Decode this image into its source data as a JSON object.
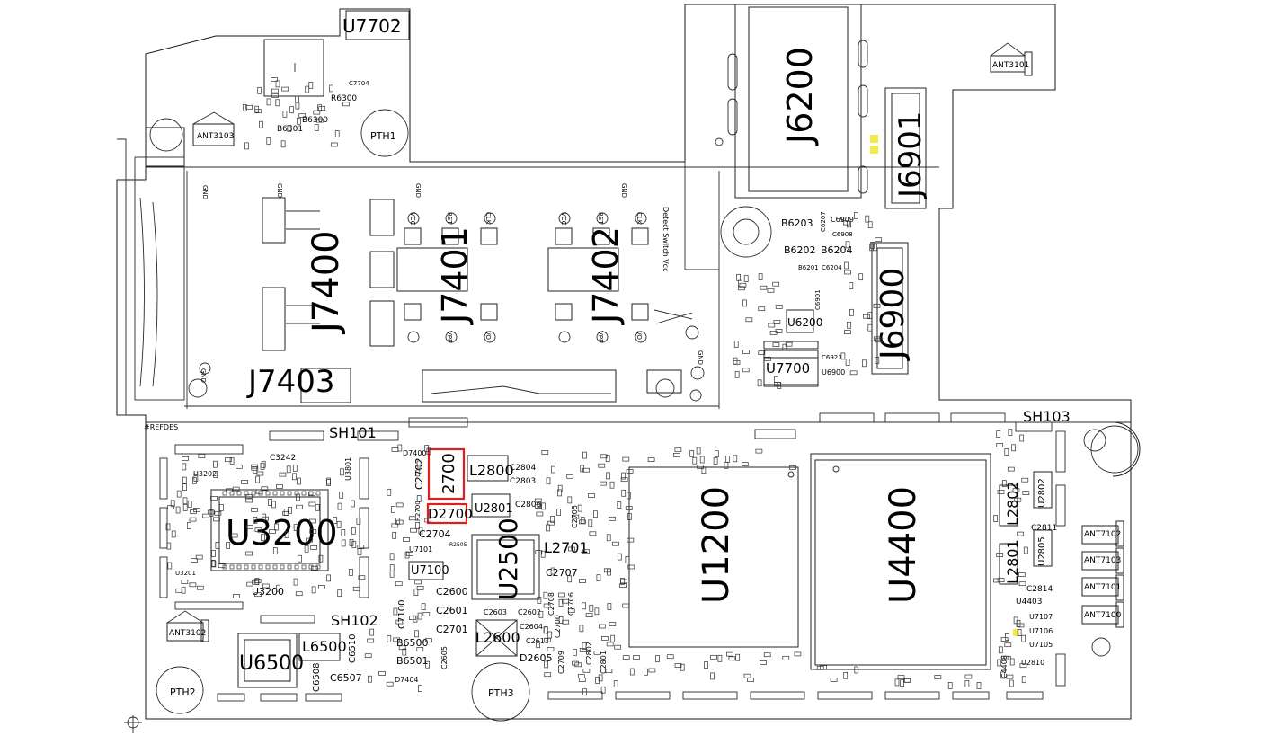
{
  "major_labels": [
    {
      "text": "U7702"
    },
    {
      "text": "J6200"
    },
    {
      "text": "J6901"
    },
    {
      "text": "J7400"
    },
    {
      "text": "J7401"
    },
    {
      "text": "J7402"
    },
    {
      "text": "J6900"
    },
    {
      "text": "J7403"
    },
    {
      "text": "U3200"
    },
    {
      "text": "U1200"
    },
    {
      "text": "U4400"
    },
    {
      "text": "U2500"
    },
    {
      "text": "U6500"
    },
    {
      "text": "SH101"
    },
    {
      "text": "SH102"
    },
    {
      "text": "SH103"
    },
    {
      "text": "L2800"
    },
    {
      "text": "L2600"
    },
    {
      "text": "L6500"
    },
    {
      "text": "L2701"
    },
    {
      "text": "L2802"
    },
    {
      "text": "L2801"
    },
    {
      "text": "U2801"
    },
    {
      "text": "U7100"
    },
    {
      "text": "U7700"
    },
    {
      "text": "U6200"
    }
  ],
  "highlight_labels": [
    {
      "text": "2700"
    },
    {
      "text": "D2700"
    }
  ],
  "medium_labels": [
    {
      "text": "ANT3103"
    },
    {
      "text": "ANT3101"
    },
    {
      "text": "ANT3102"
    },
    {
      "text": "ANT7102"
    },
    {
      "text": "ANT7103"
    },
    {
      "text": "ANT7101"
    },
    {
      "text": "ANT7100"
    },
    {
      "text": "PTH1"
    },
    {
      "text": "PTH2"
    },
    {
      "text": "PTH3"
    },
    {
      "text": "C2702"
    },
    {
      "text": "C2704"
    },
    {
      "text": "C2600"
    },
    {
      "text": "C2601"
    },
    {
      "text": "C2701"
    },
    {
      "text": "C2707"
    },
    {
      "text": "C2804"
    },
    {
      "text": "C2803"
    },
    {
      "text": "C2806"
    },
    {
      "text": "C6510"
    },
    {
      "text": "C6507"
    },
    {
      "text": "C6508"
    },
    {
      "text": "B6500"
    },
    {
      "text": "B6501"
    },
    {
      "text": "B6203"
    },
    {
      "text": "B6202"
    },
    {
      "text": "B6204"
    },
    {
      "text": "D2605"
    },
    {
      "text": "C3242"
    },
    {
      "text": "C2814"
    },
    {
      "text": "C2811"
    },
    {
      "text": "U4403"
    },
    {
      "text": "U2805"
    },
    {
      "text": "U2802"
    },
    {
      "text": "C7100"
    },
    {
      "text": "#REFDES"
    },
    {
      "text": "U3200"
    }
  ],
  "small_labels": [
    {
      "text": "C7704"
    },
    {
      "text": "R6300"
    },
    {
      "text": "B6300"
    },
    {
      "text": "B6301"
    },
    {
      "text": "C6909"
    },
    {
      "text": "C6908"
    },
    {
      "text": "C6207"
    },
    {
      "text": "B6201"
    },
    {
      "text": "C6204"
    },
    {
      "text": "C6923"
    },
    {
      "text": "C6901"
    },
    {
      "text": "U6900"
    },
    {
      "text": "C2603"
    },
    {
      "text": "C2602"
    },
    {
      "text": "C2604"
    },
    {
      "text": "C2613"
    },
    {
      "text": "C2705"
    },
    {
      "text": "C2706"
    },
    {
      "text": "C2708"
    },
    {
      "text": "C2709"
    },
    {
      "text": "C2802"
    },
    {
      "text": "C2801"
    },
    {
      "text": "C2700"
    },
    {
      "text": "R2700"
    },
    {
      "text": "U7101"
    },
    {
      "text": "D7400"
    },
    {
      "text": "D7404"
    },
    {
      "text": "R2505"
    },
    {
      "text": "U3202"
    },
    {
      "text": "C2605"
    },
    {
      "text": "U2810"
    },
    {
      "text": "U7107"
    },
    {
      "text": "U7106"
    },
    {
      "text": "U7105"
    },
    {
      "text": "C4408"
    },
    {
      "text": "U3801"
    },
    {
      "text": "U3201"
    }
  ],
  "rotated_small_labels": [
    {
      "text": "Detect Switch Vcc"
    },
    {
      "text": "GND"
    },
    {
      "text": "VCC"
    },
    {
      "text": "RST"
    },
    {
      "text": "CLK"
    },
    {
      "text": "VPP"
    },
    {
      "text": "I/O"
    }
  ],
  "colors": {
    "outline": "#1a1a1a",
    "highlight": "#e01e1e",
    "marker": "#f2e94a",
    "background": "#ffffff"
  }
}
